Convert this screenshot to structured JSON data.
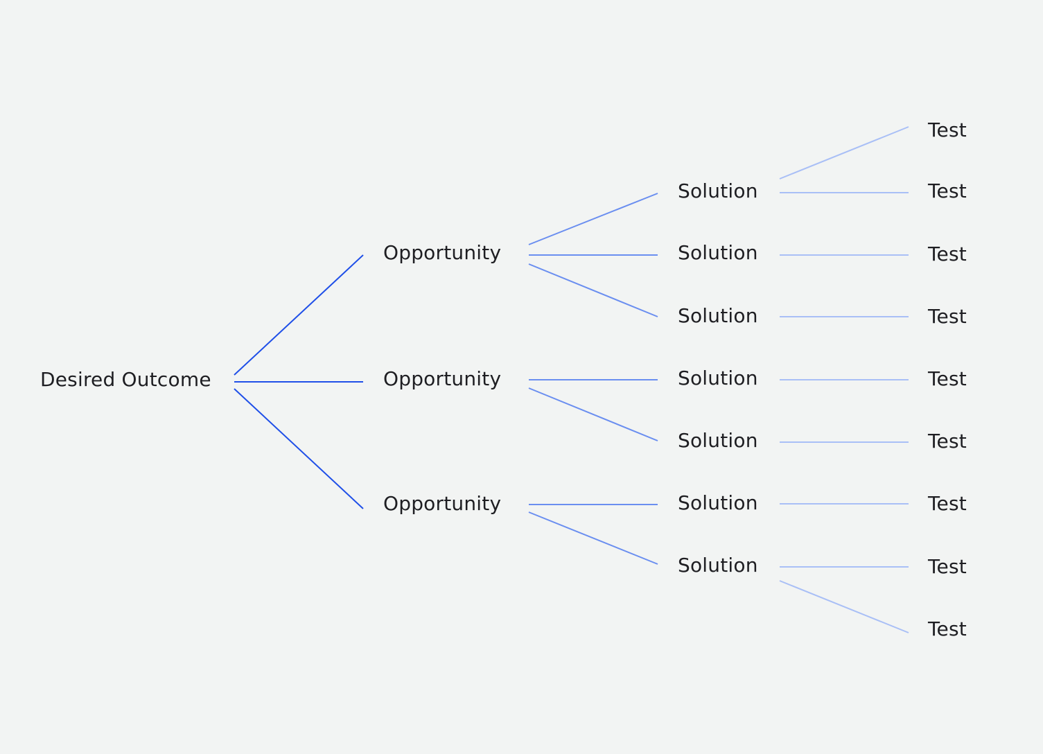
{
  "colors": {
    "background": "#f2f4f3",
    "text": "#1e1e22",
    "level1_connector": "#1f4fe8",
    "level2_connector": "#6a8ef0",
    "level3_connector": "#a9bff6"
  },
  "tree": {
    "root": "Desired Outcome",
    "opportunities": [
      {
        "label": "Opportunity",
        "solutions": [
          {
            "label": "Solution",
            "tests": [
              "Test",
              "Test"
            ]
          },
          {
            "label": "Solution",
            "tests": [
              "Test"
            ]
          },
          {
            "label": "Solution",
            "tests": [
              "Test"
            ]
          }
        ]
      },
      {
        "label": "Opportunity",
        "solutions": [
          {
            "label": "Solution",
            "tests": [
              "Test"
            ]
          },
          {
            "label": "Solution",
            "tests": [
              "Test"
            ]
          }
        ]
      },
      {
        "label": "Opportunity",
        "solutions": [
          {
            "label": "Solution",
            "tests": [
              "Test"
            ]
          },
          {
            "label": "Solution",
            "tests": [
              "Test",
              "Test"
            ]
          }
        ]
      }
    ]
  }
}
